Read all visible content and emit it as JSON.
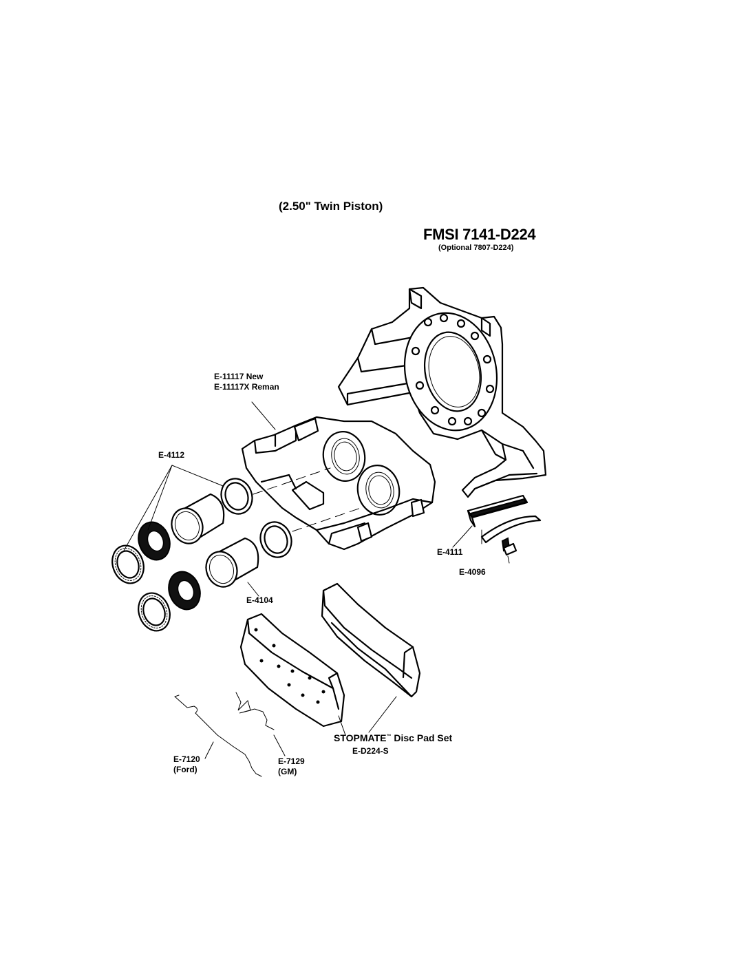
{
  "header": {
    "subtitle": "(2.50\" Twin Piston)",
    "title": "FMSI 7141-D224",
    "optional": "(Optional 7807-D224)"
  },
  "parts": {
    "caliper_new": "E-11117 New",
    "caliper_reman": "E-11117X Reman",
    "seal_kit": "E-4112",
    "piston": "E-4104",
    "key": "E-4111",
    "bolt": "E-4096",
    "pad_set_name": "STOPMATE",
    "pad_set_tm": "™",
    "pad_set_suffix": " Disc Pad Set",
    "pad_set_code": "E-D224-S",
    "spring_ford": "E-7120",
    "spring_ford_note": "(Ford)",
    "spring_gm": "E-7129",
    "spring_gm_note": "(GM)"
  }
}
